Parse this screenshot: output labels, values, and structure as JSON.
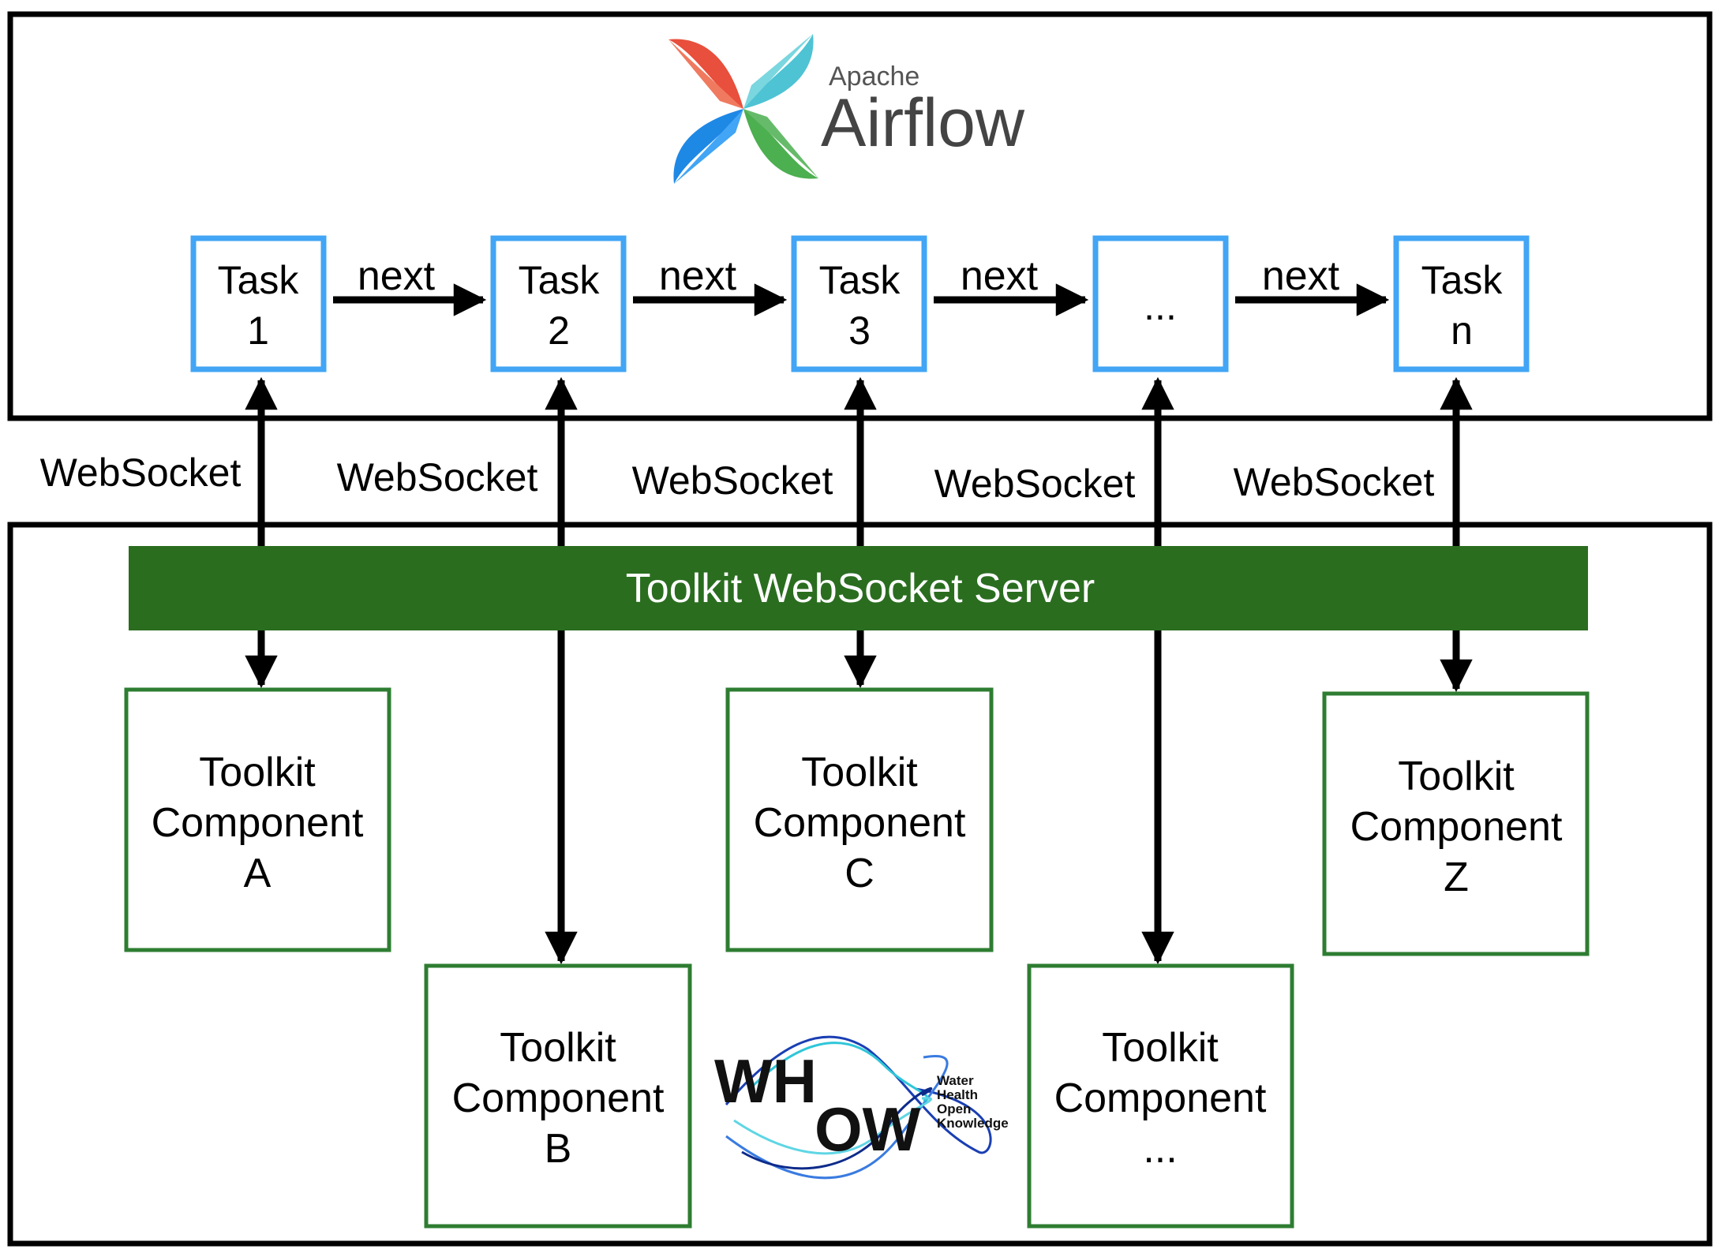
{
  "diagram": {
    "airflow_logo": {
      "line1": "Apache",
      "line2": "Airflow"
    },
    "whow_logo": {
      "letters_top": "WH",
      "letters_bottom": "OW",
      "words": [
        "Water",
        "Health",
        "Open",
        "Knowledge"
      ]
    },
    "tasks": [
      {
        "line1": "Task",
        "line2": "1"
      },
      {
        "line1": "Task",
        "line2": "2"
      },
      {
        "line1": "Task",
        "line2": "3"
      },
      {
        "line1": "...",
        "line2": ""
      },
      {
        "line1": "Task",
        "line2": "n"
      }
    ],
    "edge_label": "next",
    "websocket_label": "WebSocket",
    "server_label": "Toolkit WebSocket Server",
    "components": [
      {
        "line1": "Toolkit",
        "line2": "Component",
        "line3": "A"
      },
      {
        "line1": "Toolkit",
        "line2": "Component",
        "line3": "B"
      },
      {
        "line1": "Toolkit",
        "line2": "Component",
        "line3": "C"
      },
      {
        "line1": "Toolkit",
        "line2": "Component",
        "line3": "..."
      },
      {
        "line1": "Toolkit",
        "line2": "Component",
        "line3": "Z"
      }
    ],
    "colors": {
      "task_border": "#42a5f5",
      "component_border": "#2e7d32",
      "server_fill": "#2a6d1f",
      "server_text": "#ffffff"
    }
  }
}
